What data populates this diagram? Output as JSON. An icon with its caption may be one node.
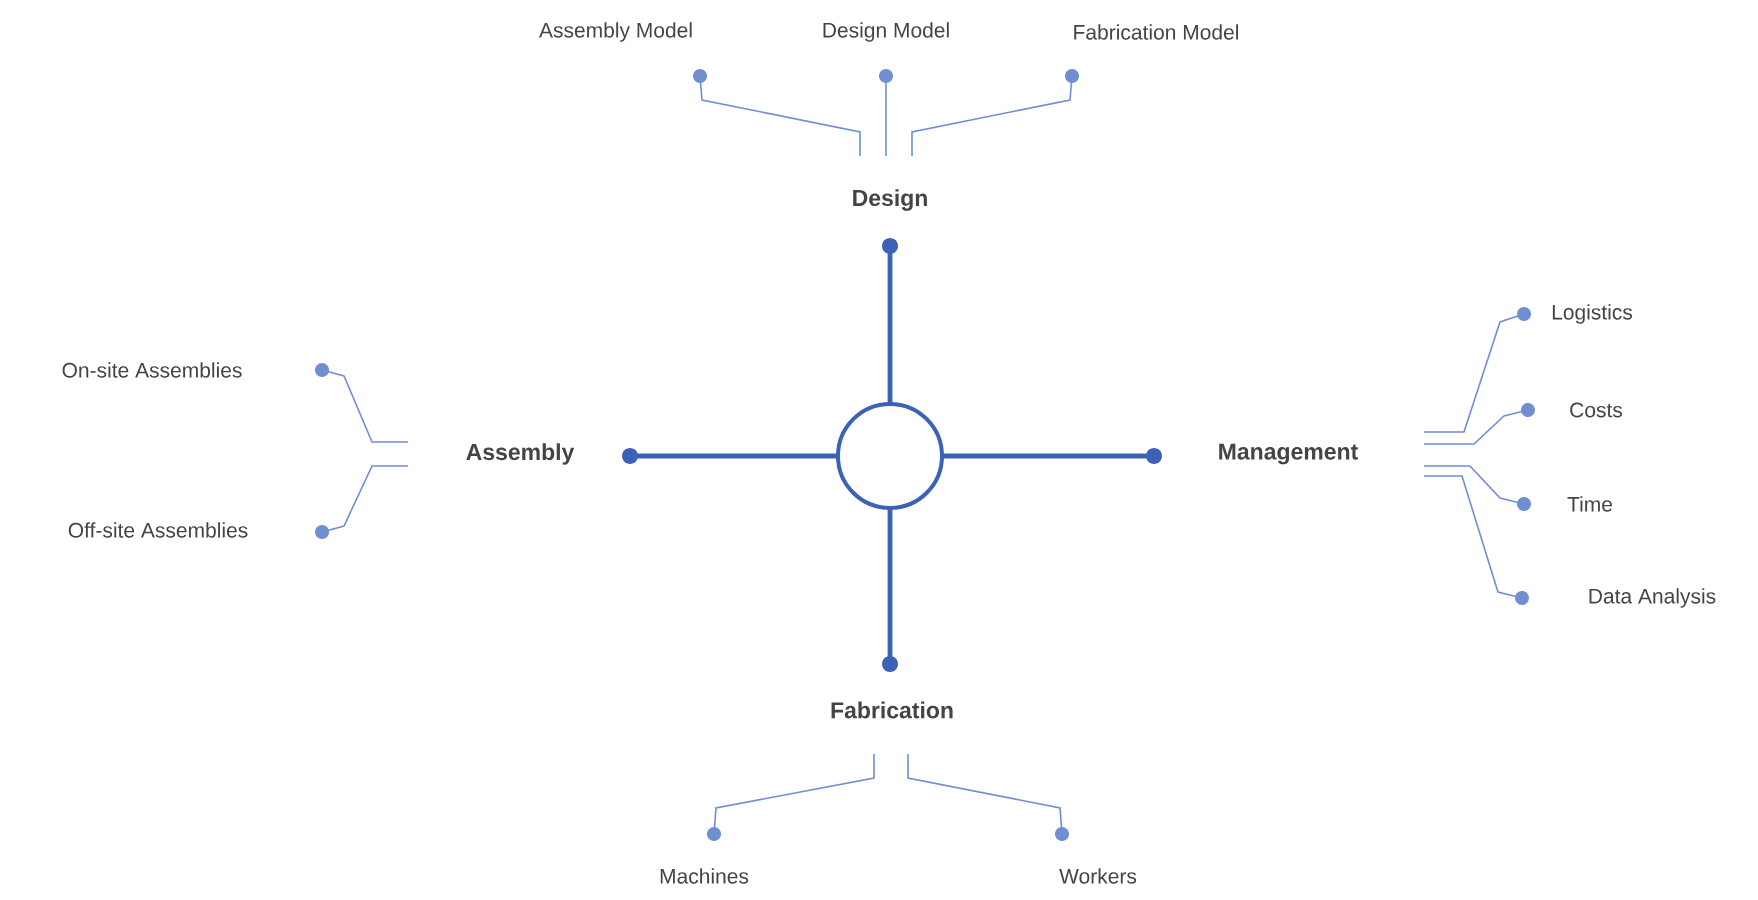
{
  "diagram": {
    "nodes": [
      {
        "text": [],
        "shape": "circle"
      },
      {
        "text": [
          "Design"
        ]
      },
      {
        "text": [
          "Assembly"
        ]
      },
      {
        "text": [
          "Management"
        ]
      },
      {
        "text": [
          "Fabrication"
        ]
      },
      {
        "text": [
          "Assembly Model"
        ]
      },
      {
        "text": [
          "Design Model"
        ]
      },
      {
        "text": [
          "Fabrication Model"
        ]
      },
      {
        "text": [
          "On-site Assemblies"
        ]
      },
      {
        "text": [
          "Off-site Assemblies"
        ]
      },
      {
        "text": [
          "Logistics"
        ]
      },
      {
        "text": [
          "Costs"
        ]
      },
      {
        "text": [
          "Time"
        ]
      },
      {
        "text": [
          "Data Analysis"
        ]
      },
      {
        "text": [
          "Machines"
        ]
      },
      {
        "text": [
          "Workers"
        ]
      }
    ],
    "edges": [
      {
        "from": 0,
        "to": 1,
        "arrow": "other",
        "style": "thick",
        "color": "#3b62b4"
      },
      {
        "from": 0,
        "to": 2,
        "arrow": "other",
        "style": "thick",
        "color": "#3b62b4"
      },
      {
        "from": 0,
        "to": 3,
        "arrow": "other",
        "style": "thick",
        "color": "#3b62b4"
      },
      {
        "from": 0,
        "to": 4,
        "arrow": "other",
        "style": "thick",
        "color": "#3b62b4"
      },
      {
        "from": 1,
        "to": 5,
        "arrow": "other"
      },
      {
        "from": 1,
        "to": 6,
        "arrow": "other"
      },
      {
        "from": 1,
        "to": 7,
        "arrow": "other"
      },
      {
        "from": 2,
        "to": 8,
        "arrow": "other"
      },
      {
        "from": 2,
        "to": 9,
        "arrow": "other"
      },
      {
        "from": 3,
        "to": 10,
        "arrow": "other"
      },
      {
        "from": 3,
        "to": 11,
        "arrow": "other"
      },
      {
        "from": 3,
        "to": 12,
        "arrow": "other"
      },
      {
        "from": 3,
        "to": 13,
        "arrow": "other"
      },
      {
        "from": 4,
        "to": 14,
        "arrow": "other"
      },
      {
        "from": 4,
        "to": 15,
        "arrow": "other"
      }
    ]
  }
}
